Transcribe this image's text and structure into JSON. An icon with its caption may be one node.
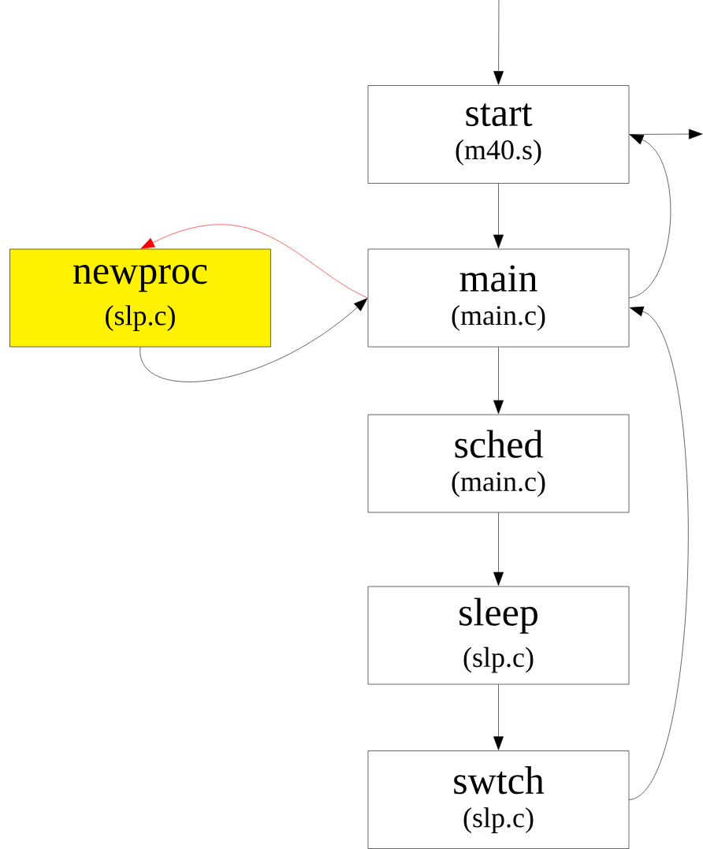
{
  "diagram": {
    "nodes": [
      {
        "text": [
          "start",
          "(m40.s)"
        ]
      },
      {
        "text": [
          "newproc",
          "(slp.c)"
        ]
      },
      {
        "text": [
          "main",
          "(main.c)"
        ]
      },
      {
        "text": [
          "sched",
          "(main.c)"
        ]
      },
      {
        "text": [
          "sleep",
          "(slp.c)"
        ]
      },
      {
        "text": [
          "swtch",
          "(slp.c)"
        ]
      }
    ],
    "edges": [
      {
        "from": null,
        "to": 0,
        "arrow": "to"
      },
      {
        "from": 0,
        "to": null,
        "arrow": "to"
      },
      {
        "from": 0,
        "to": 2,
        "arrow": "to"
      },
      {
        "from": 2,
        "to": 0,
        "arrow": "to"
      },
      {
        "from": 1,
        "to": 2,
        "arrow": "to"
      },
      {
        "from": 2,
        "to": 1,
        "arrow": "to",
        "color": "#ff0000"
      },
      {
        "from": 2,
        "to": 3,
        "arrow": "to"
      },
      {
        "from": 3,
        "to": 4,
        "arrow": "to"
      },
      {
        "from": 4,
        "to": 5,
        "arrow": "to"
      },
      {
        "from": 5,
        "to": 2,
        "arrow": "to"
      }
    ]
  }
}
